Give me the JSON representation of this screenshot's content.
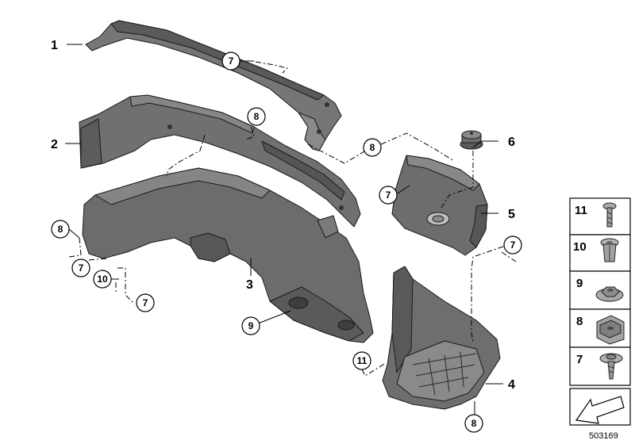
{
  "diagram": {
    "part_labels": [
      "1",
      "2",
      "3",
      "4",
      "5",
      "6"
    ],
    "callouts": {
      "c7_top": "7",
      "c8_mid": "8",
      "c8_right": "8",
      "c7_cover": "7",
      "c7_right": "7",
      "c8_left": "8",
      "c7_left": "7",
      "c10_left": "10",
      "c7_lower": "7",
      "c9": "9",
      "c11": "11",
      "c8_bottom": "8"
    },
    "legend": [
      "11",
      "10",
      "9",
      "8",
      "7"
    ],
    "legend_icons": [
      "screw-icon",
      "expanding-nut-icon",
      "hex-nut-icon",
      "clip-nut-icon",
      "flange-screw-icon"
    ],
    "diagram_number": "503169"
  },
  "colors": {
    "part_fill": "#6e6e6e",
    "part_dark": "#4f4f4f",
    "part_light": "#8c8c8c",
    "line": "#000000",
    "background": "#ffffff"
  }
}
